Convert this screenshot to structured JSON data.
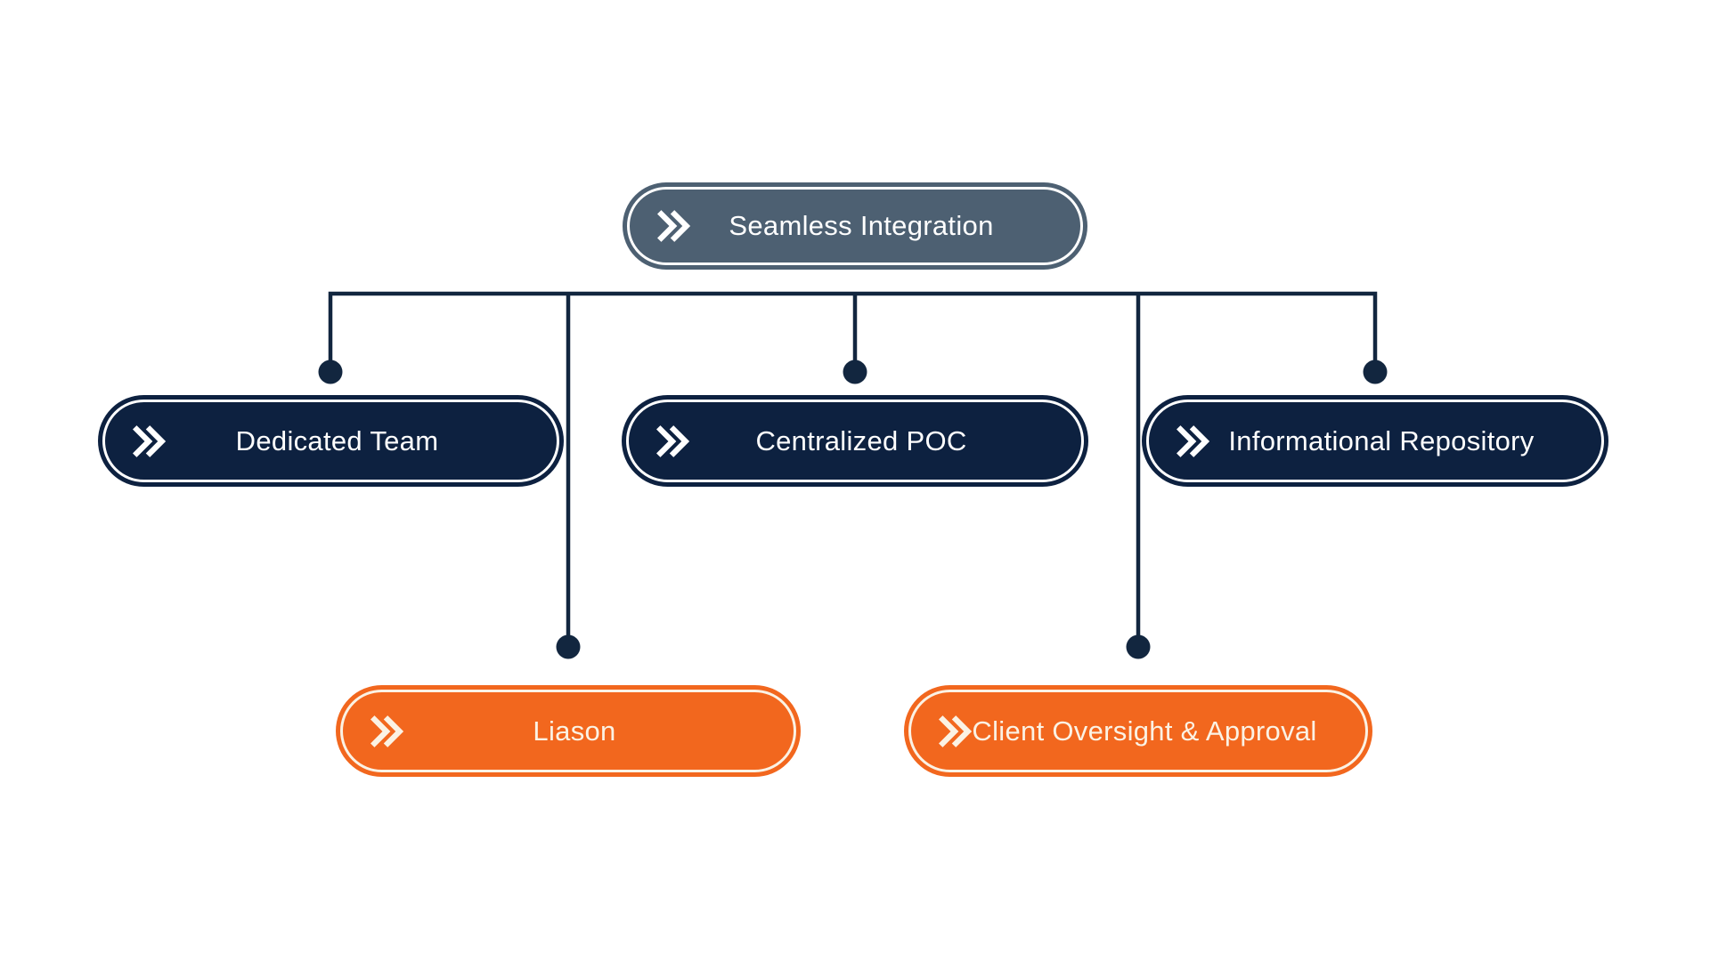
{
  "diagram": {
    "type": "flowchart",
    "background": "#FFFFFF",
    "connector_color": "#12263F",
    "root": {
      "label": "Seamless Integration",
      "fill": "#4D6072",
      "ring": "#FFFFFF",
      "icon": "double-chevron-right"
    },
    "children": [
      {
        "label": "Dedicated Team",
        "fill": "#0D2140",
        "ring": "#FFFFFF",
        "icon": "double-chevron-right"
      },
      {
        "label": "Centralized POC",
        "fill": "#0D2140",
        "ring": "#FFFFFF",
        "icon": "double-chevron-right"
      },
      {
        "label": "Informational Repository",
        "fill": "#0D2140",
        "ring": "#FFFFFF",
        "icon": "double-chevron-right"
      }
    ],
    "sub_children": [
      {
        "label": "Liason",
        "fill": "#F2671E",
        "ring": "#FBF2E4",
        "icon": "double-chevron-right"
      },
      {
        "label": "Client Oversight & Approval",
        "fill": "#F2671E",
        "ring": "#FBF2E4",
        "icon": "double-chevron-right"
      }
    ]
  }
}
